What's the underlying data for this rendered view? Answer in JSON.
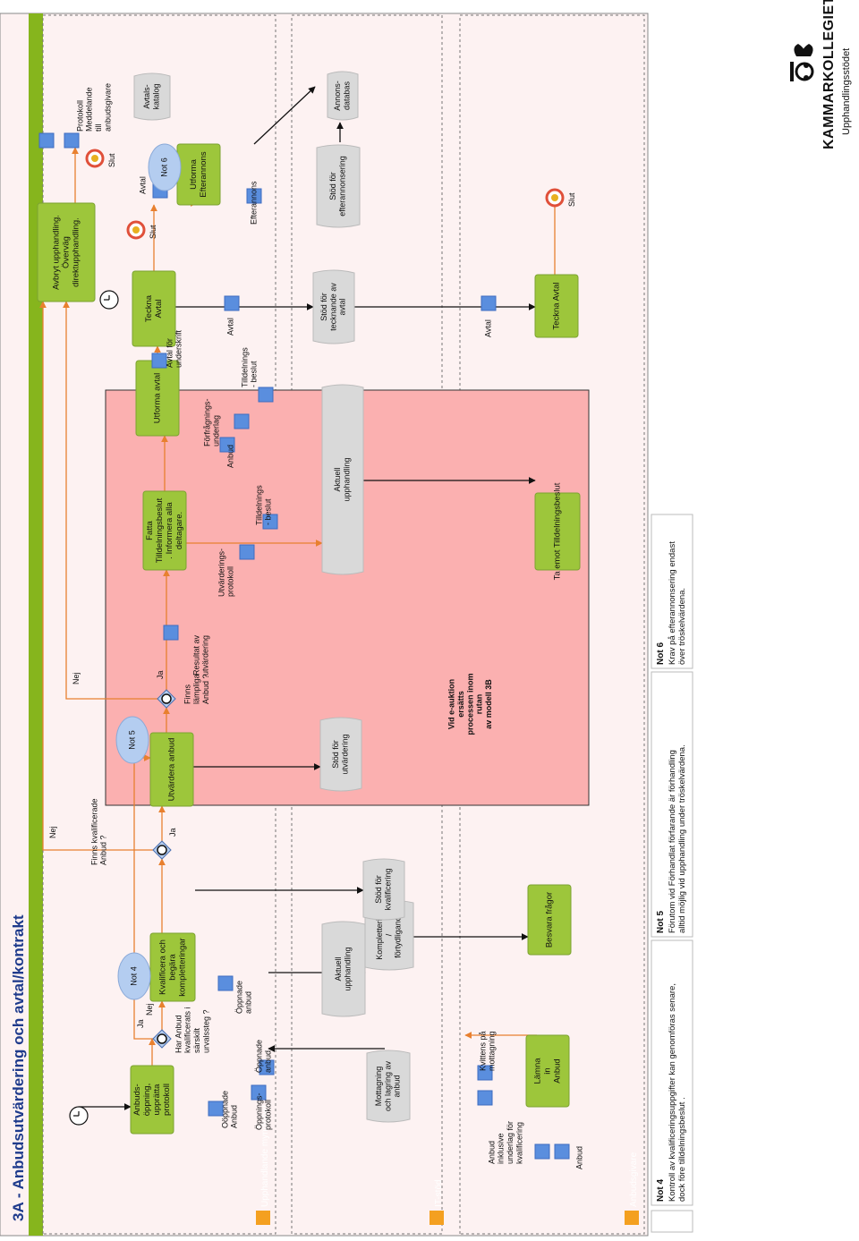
{
  "title": "3A - Anbudsutvärdering och avtal/kontrakt",
  "lanes": {
    "authority": "Upphandlande myndighet",
    "it": "IT-stöd",
    "supplier": "Anbudsgivare"
  },
  "brand": {
    "name": "KAMMARKOLLEGIET",
    "sub": "Upphandlingsstödet"
  },
  "tasks": {
    "opening": [
      "Anbuds-",
      "öppning,",
      "upprätta",
      "protokoll"
    ],
    "qualify": [
      "Kvalificera och",
      "begära",
      "kompletteringar"
    ],
    "evaluate": "Utvärdera anbud",
    "decide": [
      "Fatta",
      "Tilldelningsbeslut",
      ". Informera alla",
      "deltagare."
    ],
    "contract": "Utforma avtal",
    "sign": [
      "Teckna",
      "Avtal"
    ],
    "abort": [
      "Avbryt upphandling.",
      "Överväg",
      "direktupphandling."
    ],
    "notice": [
      "Utforma",
      "Efterannons"
    ],
    "submit": [
      "Lämna",
      "in",
      "Anbud"
    ],
    "answer": "Besvara frågor",
    "receive": "Ta emot Tilldelningsbeslut",
    "signSupplier": "Teckna Avtal"
  },
  "systems": {
    "receipt": [
      "Mottagning",
      "och lagring av",
      "anbud"
    ],
    "current1": [
      "Aktuell",
      "upphandling"
    ],
    "complete": [
      "Komplettering",
      "/",
      "förtydligande"
    ],
    "qualSupport": [
      "Stöd för",
      "kvalificering"
    ],
    "evalSupport": [
      "Stöd för",
      "utvärdering"
    ],
    "current2": [
      "Aktuell",
      "upphandling"
    ],
    "signSupport": [
      "Stöd för",
      "tecknande av",
      "avtal"
    ],
    "noticeSupport": [
      "Stöd för",
      "efterannonsering"
    ],
    "adDb": [
      "Annons-",
      "databas"
    ],
    "catalog": [
      "Avtals-",
      "katalog"
    ]
  },
  "decisions": {
    "qualifiedSeparately": [
      "Har Anbud",
      "kvalificerats i",
      "särskilt",
      "urvalssteg ?"
    ],
    "qualifiedBids": [
      "Finns kvalificerade",
      "Anbud ?"
    ],
    "suitableBids": [
      "Finns",
      "lämpliga",
      "Anbud ?"
    ],
    "yes": "Ja",
    "no": "Nej"
  },
  "artifacts": {
    "unopened": [
      "Oöppnade",
      "Anbud"
    ],
    "openingProtocol": [
      "Öppnings-",
      "protokoll"
    ],
    "opened1": [
      "Öppnade",
      "anbud"
    ],
    "opened2": [
      "Öppnade",
      "anbud"
    ],
    "evalResult": [
      "Resultat av",
      "utvärdering"
    ],
    "evalProtocol": [
      "Utvärderings-",
      "protokoll"
    ],
    "awardDecision1": [
      "Tilldelnings",
      "- beslut"
    ],
    "bid": "Anbud",
    "procurementBasis": [
      "Förfrågnings-",
      "underlag"
    ],
    "awardDecision2": [
      "Tilldelnings",
      "- beslut"
    ],
    "contractForSigning": [
      "Avtal för",
      "underskrift"
    ],
    "contract1": "Avtal",
    "contract2": "Avtal",
    "contract3": "Avtal",
    "postNotice": "Efterannons",
    "abortOutputs": [
      "Protokoll",
      "Meddelande",
      "till",
      "anbudsgivare"
    ],
    "receiptAck": [
      "Kvittens på",
      "mottagning"
    ],
    "bidInclusive": [
      "Anbud",
      "inklusive",
      "underlag för",
      "kvalificering"
    ],
    "bid2": "Anbud"
  },
  "events": {
    "end": "Slut"
  },
  "callouts": {
    "not4": "Not 4",
    "not5": "Not 5",
    "not6": "Not 6"
  },
  "eauction": [
    "Vid e-auktion",
    "ersätts",
    "processen inom",
    "rutan",
    "av modell 3B"
  ],
  "notes": [
    {
      "title": "Not 4",
      "lines": [
        "Kontroll av kvalificeringsuppgifter kan genomföras senare,",
        "dock före tilldelningsbeslut ."
      ]
    },
    {
      "title": "Not 5",
      "lines": [
        "Förutom vid Förhandlat förfarande är förhandling",
        "alltid möjlig vid upphandling under tröskelvärdena."
      ]
    },
    {
      "title": "Not 6",
      "lines": [
        "Krav på efterannonsering endast",
        "över tröskelvärdena."
      ]
    }
  ],
  "colors": {
    "laneBg": "#fdf2f2",
    "laneHeader": "#86b51d",
    "task": "#9dc63b",
    "eauction": "#fbb0b0",
    "artifact": "#5a8ede",
    "system": "#d9d9d9",
    "callout": "#b4cdf0",
    "orange": "#e8802f"
  }
}
